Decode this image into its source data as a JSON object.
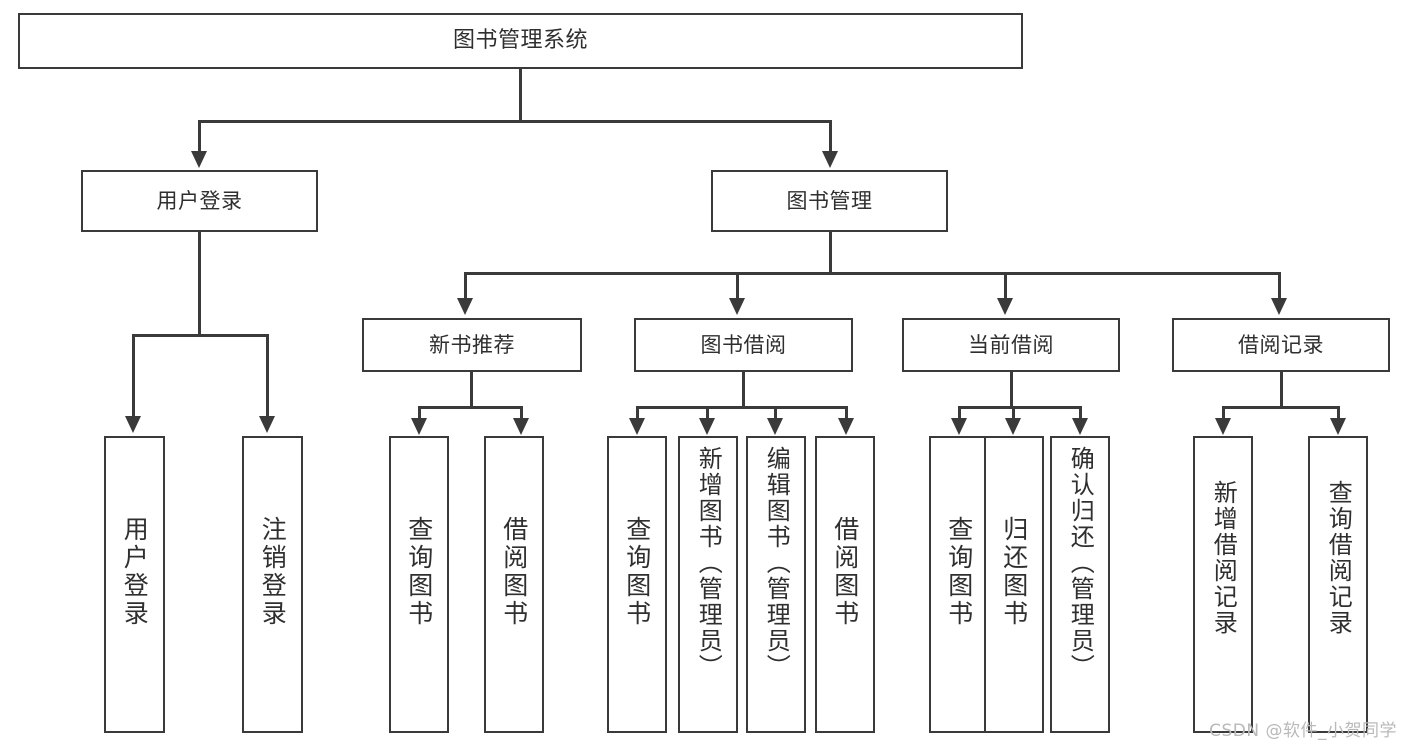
{
  "diagram": {
    "type": "tree",
    "title": "图书管理系统",
    "watermark": "CSDN @软件_小贺同学",
    "nodes": {
      "root": {
        "label": "图书管理系统"
      },
      "level2": [
        {
          "id": "user-login",
          "label": "用户登录"
        },
        {
          "id": "book-manage",
          "label": "图书管理"
        }
      ],
      "level3": [
        {
          "id": "new-book-recommend",
          "label": "新书推荐"
        },
        {
          "id": "book-borrow",
          "label": "图书借阅"
        },
        {
          "id": "current-borrow",
          "label": "当前借阅"
        },
        {
          "id": "borrow-record",
          "label": "借阅记录"
        }
      ],
      "leaves": [
        {
          "id": "leaf-user-login",
          "label": "用户登录",
          "parent": "user-login"
        },
        {
          "id": "leaf-user-logout",
          "label": "注销登录",
          "parent": "user-login"
        },
        {
          "id": "leaf-query-book-1",
          "label": "查询图书",
          "parent": "new-book-recommend"
        },
        {
          "id": "leaf-borrow-book-1",
          "label": "借阅图书",
          "parent": "new-book-recommend"
        },
        {
          "id": "leaf-query-book-2",
          "label": "查询图书",
          "parent": "book-borrow"
        },
        {
          "id": "leaf-add-book",
          "label": "新增图书（管理员）",
          "parent": "book-borrow"
        },
        {
          "id": "leaf-edit-book",
          "label": "编辑图书（管理员）",
          "parent": "book-borrow"
        },
        {
          "id": "leaf-borrow-book-2",
          "label": "借阅图书",
          "parent": "book-borrow"
        },
        {
          "id": "leaf-query-book-3",
          "label": "查询图书",
          "parent": "current-borrow"
        },
        {
          "id": "leaf-return-book",
          "label": "归还图书",
          "parent": "current-borrow"
        },
        {
          "id": "leaf-confirm-return",
          "label": "确认归还（管理员）",
          "parent": "current-borrow"
        },
        {
          "id": "leaf-add-record",
          "label": "新增借阅记录",
          "parent": "borrow-record"
        },
        {
          "id": "leaf-query-record",
          "label": "查询借阅记录",
          "parent": "borrow-record"
        }
      ]
    },
    "colors": {
      "stroke": "#3a3a3a",
      "fill": "#ffffff",
      "text": "#2f2f2f",
      "watermark": "#b9b9b9"
    }
  }
}
